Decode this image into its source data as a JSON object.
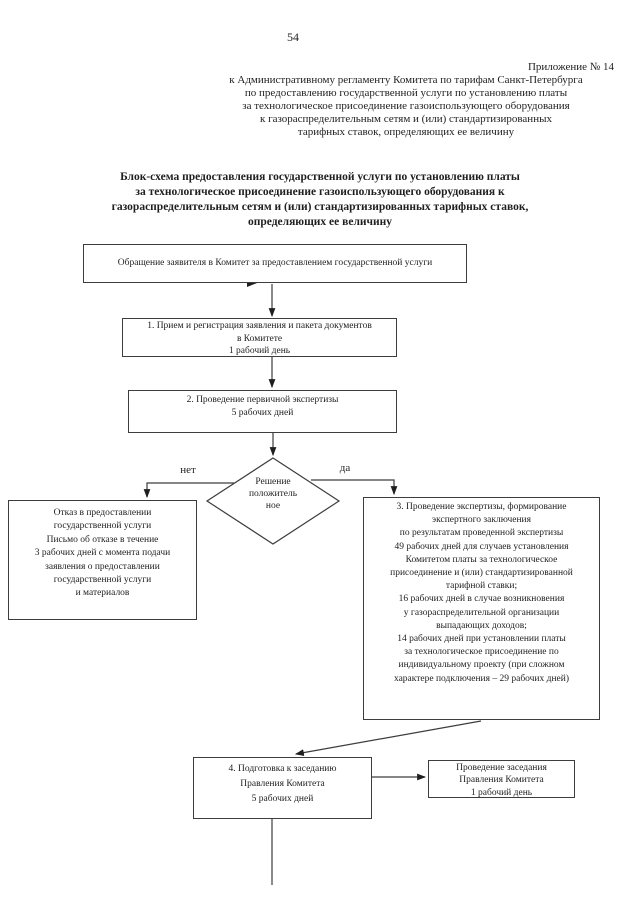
{
  "page": {
    "number": "54",
    "ink_color": "#1f1f1f",
    "line_color": "#3d3d3d",
    "background_color": "#ffffff"
  },
  "annotation": {
    "appendix": "Приложение № 14",
    "lines": [
      "к Административному регламенту Комитета по тарифам Санкт-Петербурга",
      "по предоставлению государственной услуги по установлению платы",
      "за технологическое присоединение газоиспользующего оборудования",
      "к газораспределительным сетям и (или) стандартизированных",
      "тарифных ставок, определяющих ее величину"
    ]
  },
  "title": {
    "lines": [
      "Блок-схема предоставления государственной услуги по установлению платы",
      "за технологическое присоединение газоиспользующего оборудования к",
      "газораспределительным сетям и (или) стандартизированных тарифных ставок,",
      "определяющих ее величину"
    ]
  },
  "flowchart": {
    "box_request": {
      "line": "Обращение заявителя в Комитет за предоставлением государственной услуги"
    },
    "box_step1": {
      "lines": [
        "1. Прием и регистрация заявления и пакета документов",
        "в Комитете",
        "1 рабочий день"
      ]
    },
    "box_step2": {
      "lines": [
        "2. Проведение первичной экспертизы",
        "5 рабочих дней"
      ]
    },
    "decision": {
      "lines": [
        "Решение",
        "положитель",
        "ное"
      ],
      "label_no": "нет",
      "label_yes": "да"
    },
    "box_refusal": {
      "lines": [
        "Отказ в предоставлении",
        "государственной услуги",
        "Письмо об отказе в течение",
        "3 рабочих дней с момента подачи",
        "заявления о предоставлении",
        "государственной услуги",
        "и материалов"
      ]
    },
    "box_step3": {
      "lines": [
        "3. Проведение экспертизы, формирование",
        "экспертного заключения",
        "по результатам проведенной экспертизы",
        "49 рабочих дней для случаев установления",
        "Комитетом платы за технологическое",
        "присоединение и (или) стандартизированной",
        "тарифной ставки;",
        "16 рабочих дней в случае возникновения",
        "у газораспределительной организации",
        "выпадающих доходов;",
        "14 рабочих дней при установлении платы",
        "за технологическое присоединение по",
        "индивидуальному проекту (при сложном",
        "характере подключения – 29 рабочих дней)"
      ]
    },
    "box_step4": {
      "lines": [
        "4. Подготовка к заседанию",
        "Правления Комитета",
        "5 рабочих дней"
      ]
    },
    "box_meeting": {
      "lines": [
        "Проведение заседания",
        "Правления Комитета",
        "1 рабочий день"
      ]
    }
  }
}
